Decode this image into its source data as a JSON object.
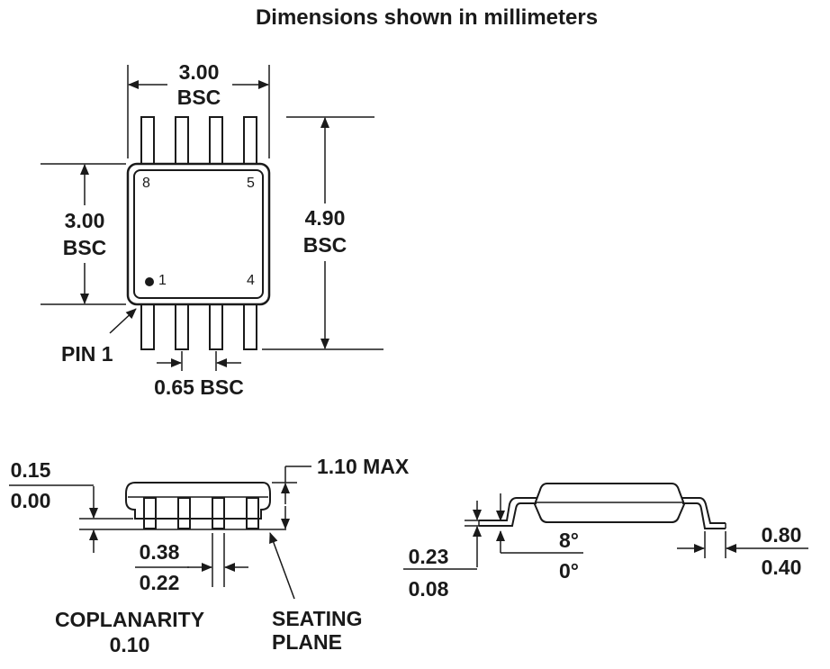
{
  "title": "Dimensions shown in millimeters",
  "top_view": {
    "width_dim": {
      "value": "3.00",
      "suffix": "BSC"
    },
    "body_dim": {
      "value": "3.00",
      "suffix": "BSC"
    },
    "overall_dim": {
      "value": "4.90",
      "suffix": "BSC"
    },
    "pitch_dim": "0.65 BSC",
    "pin1_label": "PIN 1",
    "pin_numbers": {
      "top_left": "8",
      "top_right": "5",
      "bottom_left": "1",
      "bottom_right": "4"
    }
  },
  "side_view": {
    "standoff": {
      "max": "0.15",
      "min": "0.00"
    },
    "height": "1.10 MAX",
    "lead_width": {
      "max": "0.38",
      "min": "0.22"
    },
    "coplanarity": {
      "label": "COPLANARITY",
      "value": "0.10"
    },
    "seating_plane": {
      "line1": "SEATING",
      "line2": "PLANE"
    }
  },
  "end_view": {
    "lead_thickness": {
      "max": "0.23",
      "min": "0.08"
    },
    "angle": {
      "max": "8°",
      "min": "0°"
    },
    "foot_length": {
      "max": "0.80",
      "min": "0.40"
    }
  }
}
